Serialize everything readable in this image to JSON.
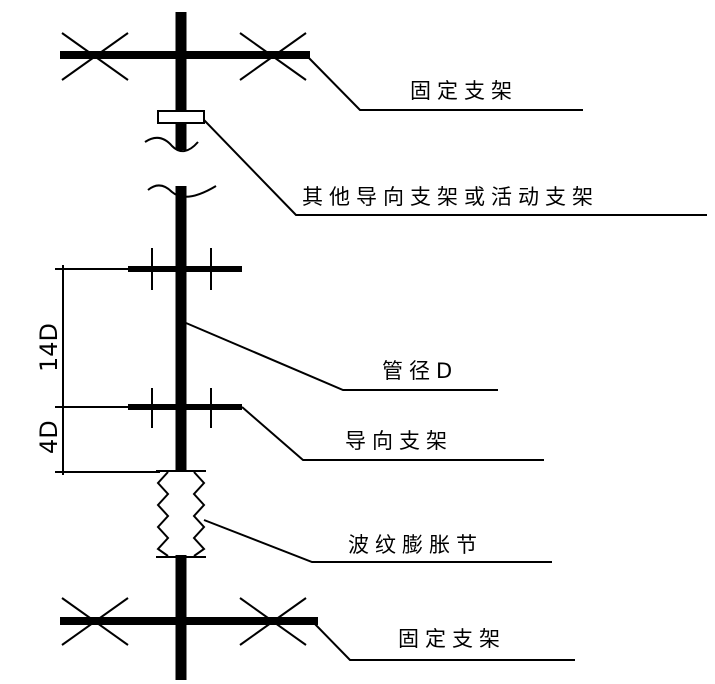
{
  "labels": {
    "fixed_support_top": "固定支架",
    "other_supports": "其他导向支架或活动支架",
    "pipe_diameter": "管径D",
    "guide_support": "导向支架",
    "bellows_joint": "波纹膨胀节",
    "fixed_support_bottom": "固定支架"
  },
  "dimensions": {
    "upper_spacing": "14D",
    "lower_spacing": "4D"
  },
  "colors": {
    "line": "#000000",
    "background": "#ffffff"
  }
}
